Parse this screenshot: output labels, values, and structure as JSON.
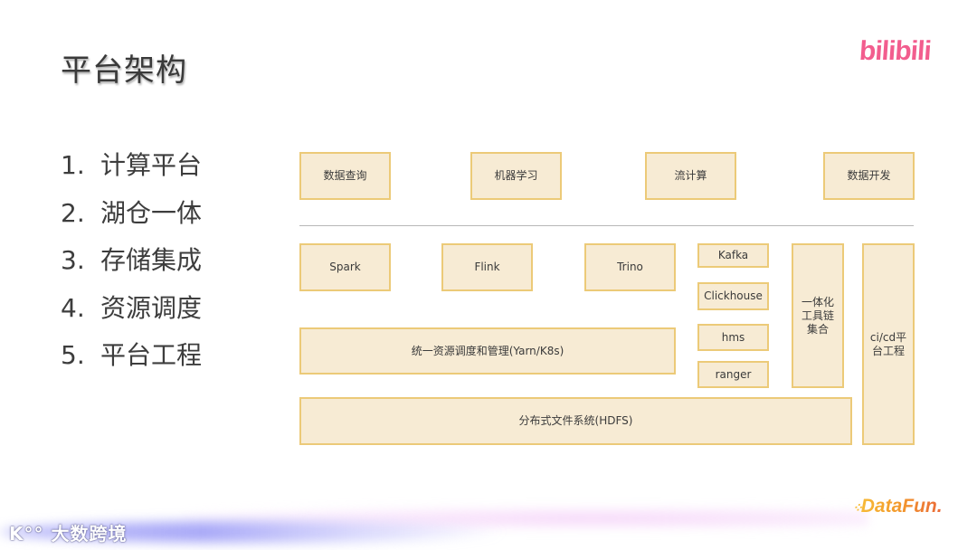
{
  "slide": {
    "title": "平台架构",
    "brand_logo": "bilibili",
    "brand_color": "#f25d8e"
  },
  "agenda": [
    {
      "num": "1.",
      "label": "计算平台"
    },
    {
      "num": "2.",
      "label": "湖仓一体"
    },
    {
      "num": "3.",
      "label": "存储集成"
    },
    {
      "num": "4.",
      "label": "资源调度"
    },
    {
      "num": "5.",
      "label": "平台工程"
    }
  ],
  "diagram": {
    "box_fill": "#f7ebd4",
    "box_border": "#ecca78",
    "applications": [
      {
        "label": "数据查询"
      },
      {
        "label": "机器学习"
      },
      {
        "label": "流计算"
      },
      {
        "label": "数据开发"
      }
    ],
    "engines": [
      {
        "label": "Spark"
      },
      {
        "label": "Flink"
      },
      {
        "label": "Trino"
      }
    ],
    "services": [
      {
        "label": "Kafka"
      },
      {
        "label": "Clickhouse"
      },
      {
        "label": "hms"
      },
      {
        "label": "ranger"
      }
    ],
    "toolchain": {
      "label": "一体化工具链集合"
    },
    "cicd": {
      "label": "ci/cd平台工程"
    },
    "scheduler": {
      "label": "统一资源调度和管理(Yarn/K8s)"
    },
    "storage": {
      "label": "分布式文件系统(HDFS)"
    }
  },
  "footer": {
    "watermark": "大数跨境",
    "watermark_prefix": "K°°",
    "logo": "DataFun."
  }
}
